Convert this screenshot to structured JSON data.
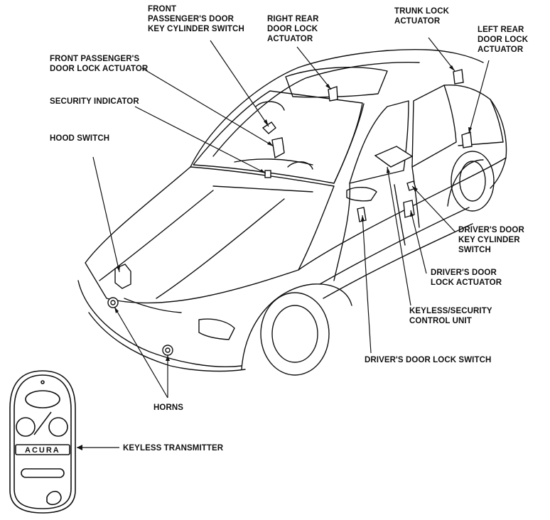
{
  "labels": {
    "front_passenger_key_switch": [
      "FRONT",
      "PASSENGER'S DOOR",
      "KEY CYLINDER SWITCH"
    ],
    "right_rear_lock_actuator": [
      "RIGHT REAR",
      "DOOR LOCK",
      "ACTUATOR"
    ],
    "trunk_lock_actuator": [
      "TRUNK LOCK",
      "ACTUATOR"
    ],
    "left_rear_lock_actuator": [
      "LEFT REAR",
      "DOOR LOCK",
      "ACTUATOR"
    ],
    "front_passenger_lock_actuator": [
      "FRONT PASSENGER'S",
      "DOOR LOCK ACTUATOR"
    ],
    "security_indicator": [
      "SECURITY INDICATOR"
    ],
    "hood_switch": [
      "HOOD SWITCH"
    ],
    "driver_key_switch": [
      "DRIVER'S DOOR",
      "KEY CYLINDER",
      "SWITCH"
    ],
    "driver_lock_actuator": [
      "DRIVER'S DOOR",
      "LOCK ACTUATOR"
    ],
    "keyless_control_unit": [
      "KEYLESS/SECURITY",
      "CONTROL UNIT"
    ],
    "driver_lock_switch": [
      "DRIVER'S DOOR LOCK SWITCH"
    ],
    "horns": [
      "HORNS"
    ],
    "keyless_transmitter": [
      "KEYLESS TRANSMITTER"
    ]
  },
  "transmitter": {
    "brand": "ACURA"
  },
  "colors": {
    "ink": "#111111",
    "background": "#ffffff"
  }
}
